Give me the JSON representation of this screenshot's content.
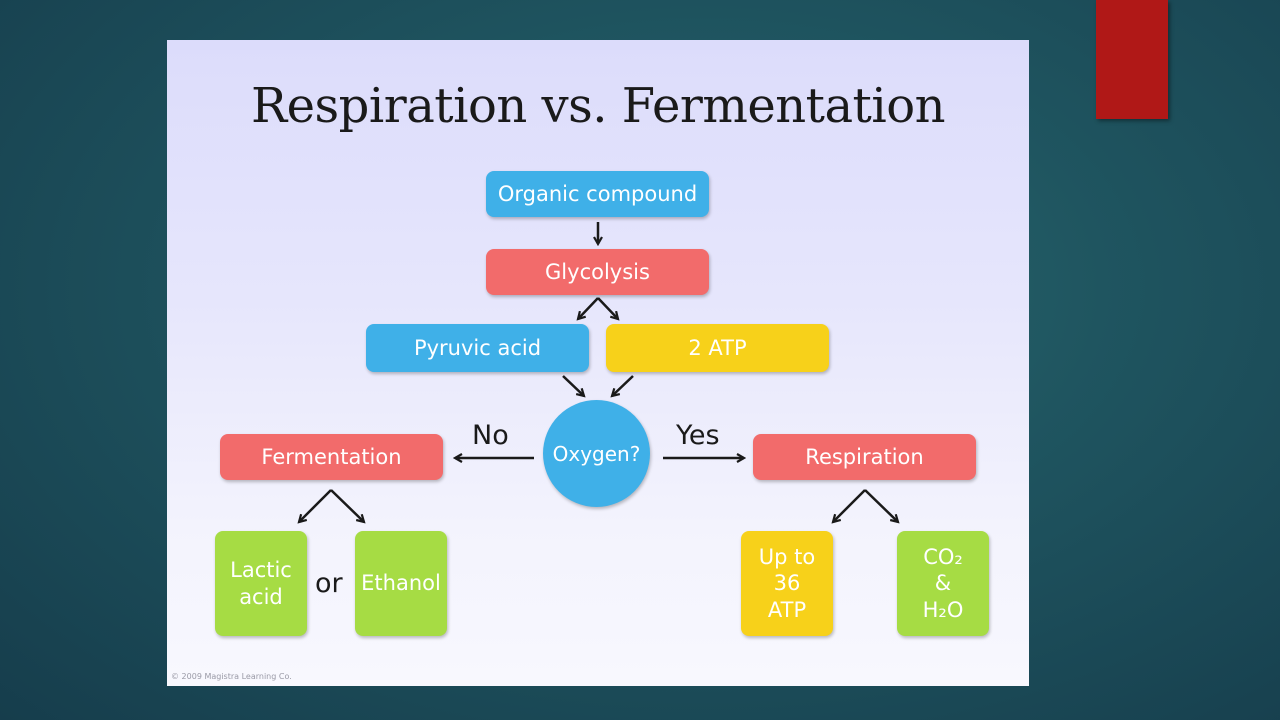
{
  "diagram": {
    "title": "Respiration vs. Fermentation",
    "nodes": {
      "organic_compound": "Organic compound",
      "glycolysis": "Glycolysis",
      "pyruvic_acid": "Pyruvic acid",
      "atp": "2 ATP",
      "oxygen": "Oxygen?",
      "fermentation": "Fermentation",
      "respiration": "Respiration",
      "lactic_acid": "Lactic\nacid",
      "ethanol": "Ethanol",
      "up_to_36_atp": "Up to\n36\nATP",
      "co2_h2o": "CO₂\n&\nH₂O"
    },
    "edge_labels": {
      "no": "No",
      "yes": "Yes",
      "or": "or"
    },
    "copyright": "© 2009 Magistra Learning Co."
  },
  "colors": {
    "blue": "#3fb0e8",
    "pink": "#f26b6b",
    "yellow": "#f7d11a",
    "green": "#a6dc44",
    "red_tab": "#b01817"
  }
}
